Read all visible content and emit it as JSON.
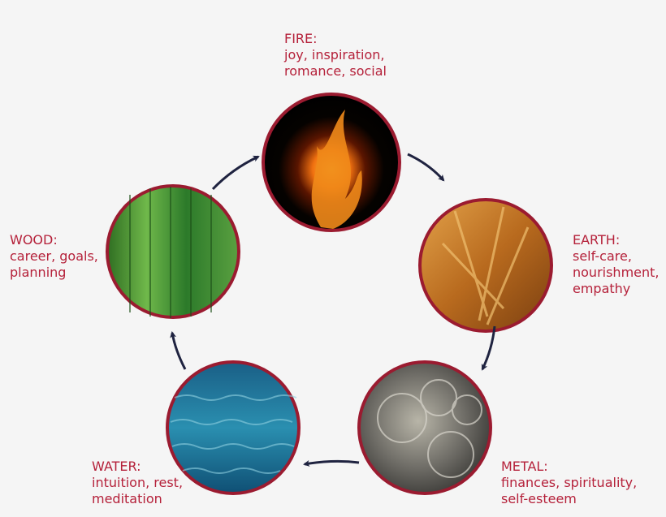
{
  "elements": [
    {
      "name": "FIRE:",
      "lines": [
        "joy, inspiration,",
        "romance, social"
      ],
      "image": "flame",
      "color": "#e8761a"
    },
    {
      "name": "EARTH:",
      "lines": [
        "self-care,",
        "nourishment,",
        "empathy"
      ],
      "image": "wheat",
      "color": "#c07a2a"
    },
    {
      "name": "METAL:",
      "lines": [
        "finances, spirituality,",
        "self-esteem"
      ],
      "image": "coins",
      "color": "#8a8a85"
    },
    {
      "name": "WATER:",
      "lines": [
        "intuition, rest,",
        "meditation"
      ],
      "image": "water",
      "color": "#2a86a8"
    },
    {
      "name": "WOOD:",
      "lines": [
        "career, goals,",
        "planning"
      ],
      "image": "bamboo",
      "color": "#3f8a2e"
    }
  ],
  "colors": {
    "label": "#b5213a",
    "ring": "#9b1b30",
    "arrow": "#1f2340",
    "background": "#f5f5f5"
  }
}
